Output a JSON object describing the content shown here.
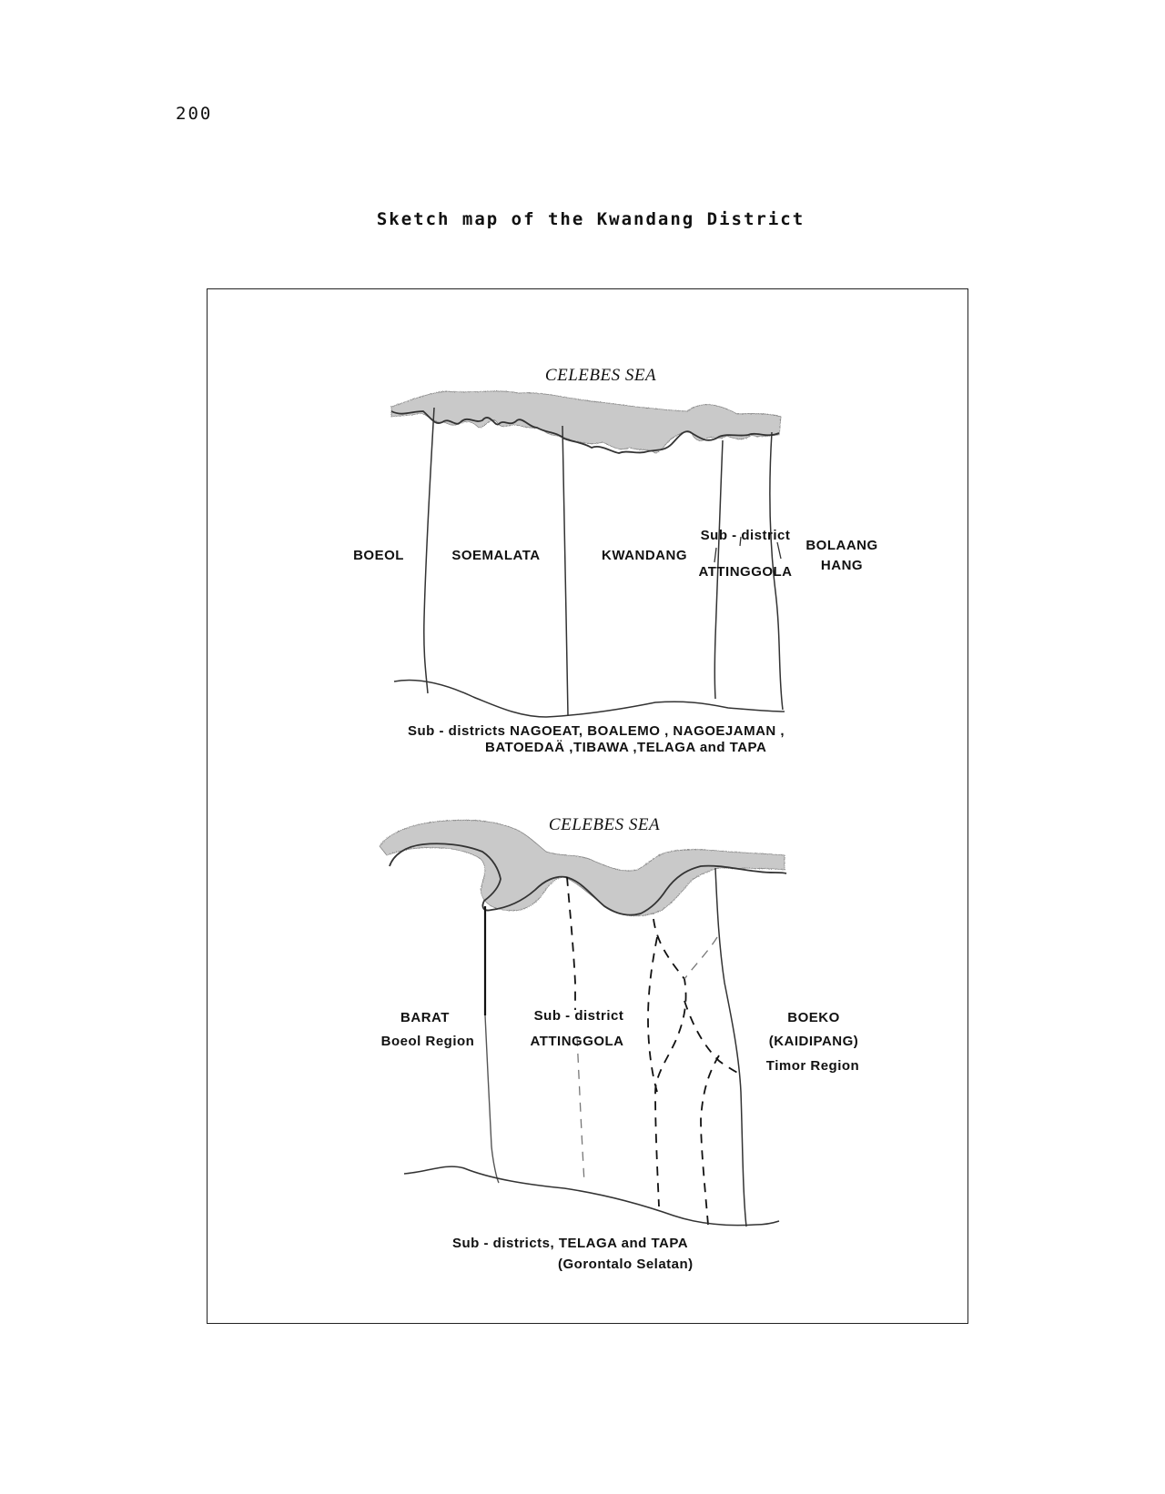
{
  "page": {
    "number": "200",
    "title": "Sketch map of the Kwandang District"
  },
  "map1": {
    "sea": "CELEBES SEA",
    "west": "BOEOL",
    "region_a": "SOEMALATA",
    "region_b": "KWANDANG",
    "subdistrict_label": "Sub - district",
    "subdistrict_name": "ATTINGGOLA",
    "east_line1": "BOLAANG",
    "east_line2": "HANG",
    "south_line1": "Sub - districts    NAGOEAT, BOALEMO , NAGOEJAMAN ,",
    "south_line2": "BATOEDAÄ ,TIBAWA ,TELAGA   and   TAPA"
  },
  "map2": {
    "sea": "CELEBES SEA",
    "west_line1": "BARAT",
    "west_line2": "Boeol  Region",
    "subdistrict_label": "Sub - district",
    "subdistrict_name": "ATTINGGOLA",
    "east_line1": "BOEKO",
    "east_line2": "(KAIDIPANG)",
    "east_line3": "Timor  Region",
    "south_line1": "Sub - districts,  TELAGA   and   TAPA",
    "south_line2": "(Gorontalo  Selatan)"
  },
  "colors": {
    "sea": "#c9c9c9",
    "line": "#333333"
  }
}
